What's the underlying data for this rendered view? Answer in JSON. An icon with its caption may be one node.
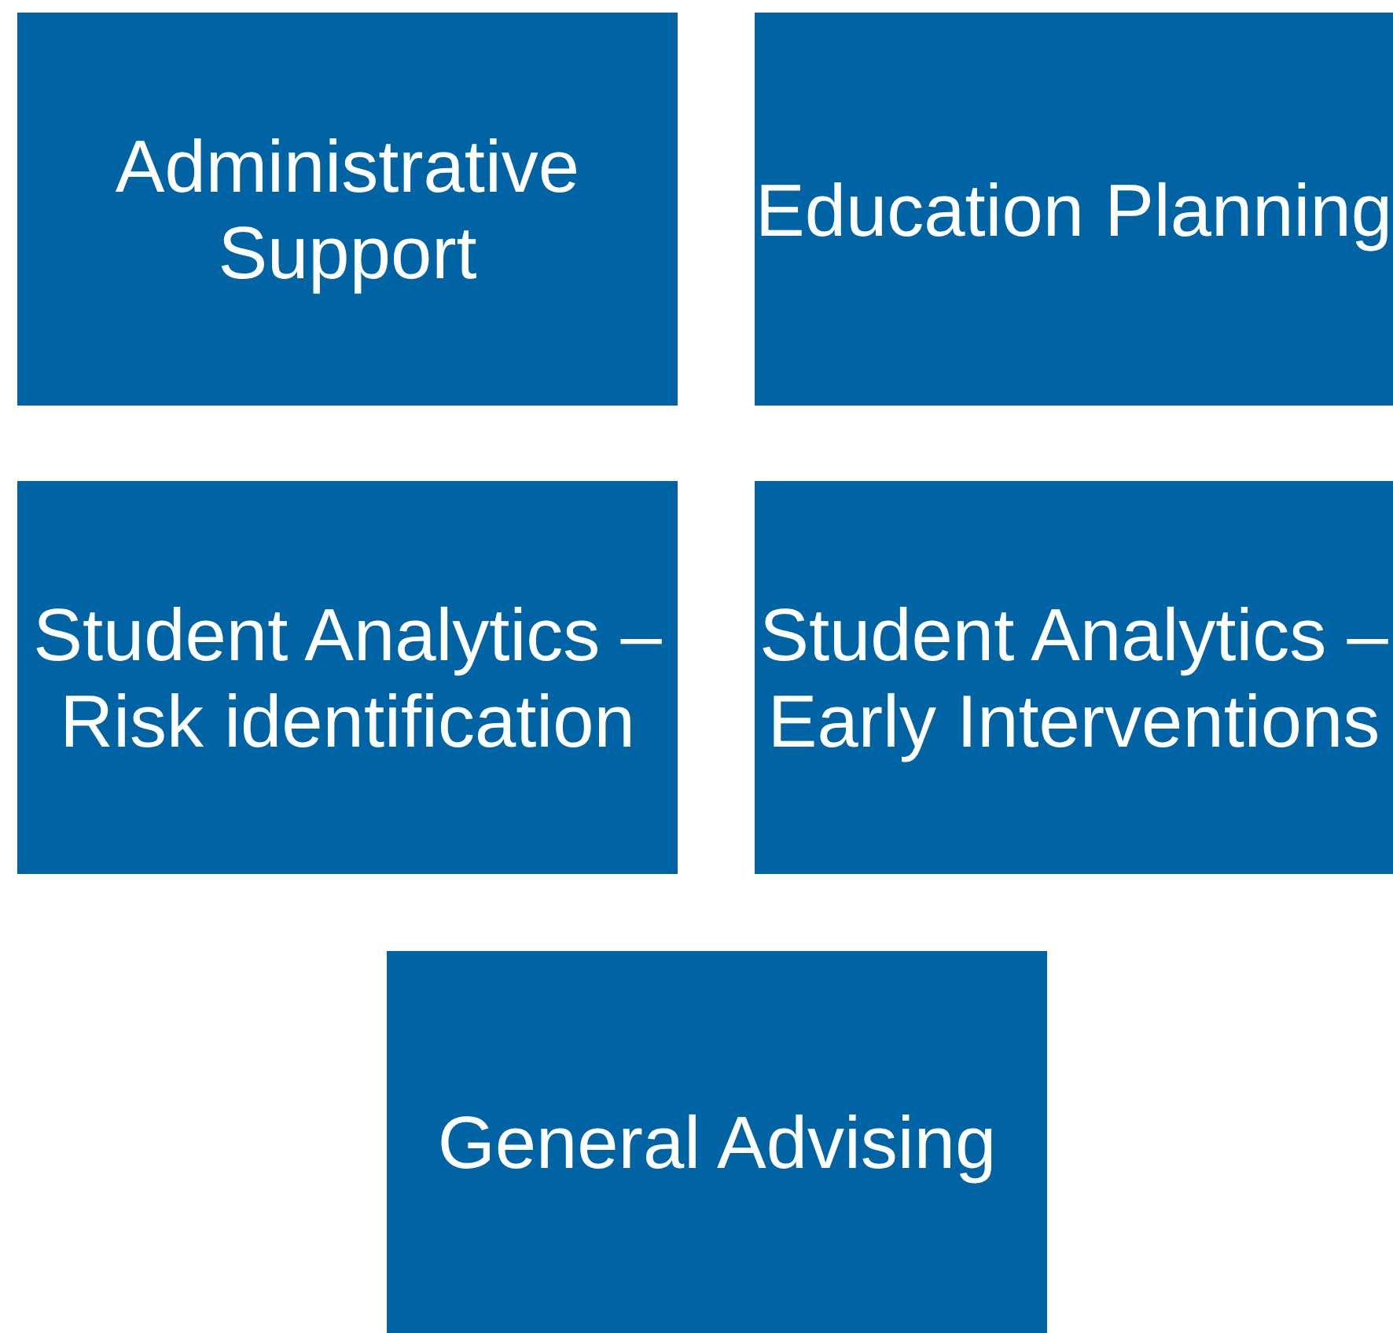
{
  "diagram": {
    "nodes": [
      {
        "text": [
          "Administrative Support"
        ]
      },
      {
        "text": [
          "Education Planning"
        ]
      },
      {
        "text": [
          "Student Analytics – Risk identification"
        ]
      },
      {
        "text": [
          "Student Analytics – Early Interventions"
        ]
      },
      {
        "text": [
          "General Advising"
        ]
      }
    ]
  }
}
